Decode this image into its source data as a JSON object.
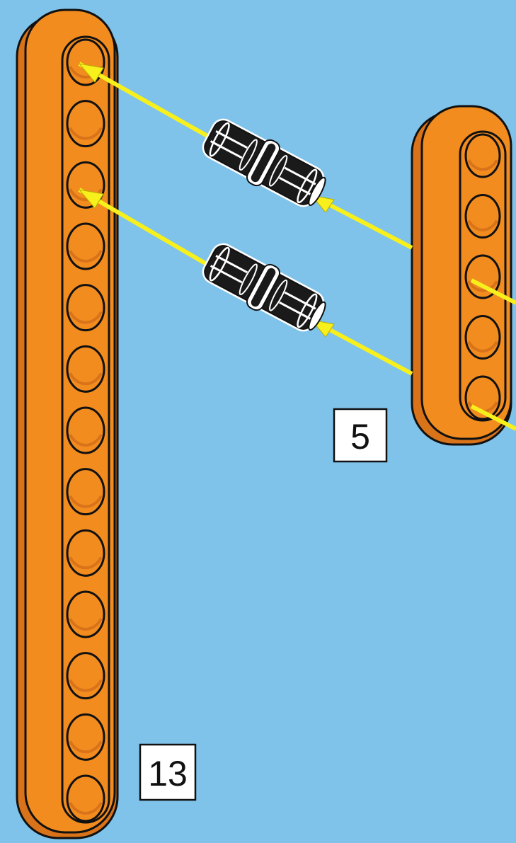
{
  "colors": {
    "background": "#7fc3ea",
    "beam_orange": "#f28c1f",
    "beam_orange_dark": "#d9731a",
    "arrow_yellow": "#f7f01c",
    "pin_black": "#1a1a1a",
    "outline": "#111111"
  },
  "parts": [
    {
      "id": "long-beam",
      "part": "beam",
      "color": "orange",
      "hole_count": 13,
      "count_label": "13"
    },
    {
      "id": "short-beam",
      "part": "beam",
      "color": "orange",
      "hole_count": 5,
      "count_label": "5"
    },
    {
      "id": "connector-pin",
      "part": "pin",
      "color": "black",
      "quantity_shown": 2
    }
  ],
  "labels": {
    "long_beam_count": "13",
    "short_beam_count": "5"
  },
  "icons": {
    "arrow": "insertion-arrow-icon"
  }
}
